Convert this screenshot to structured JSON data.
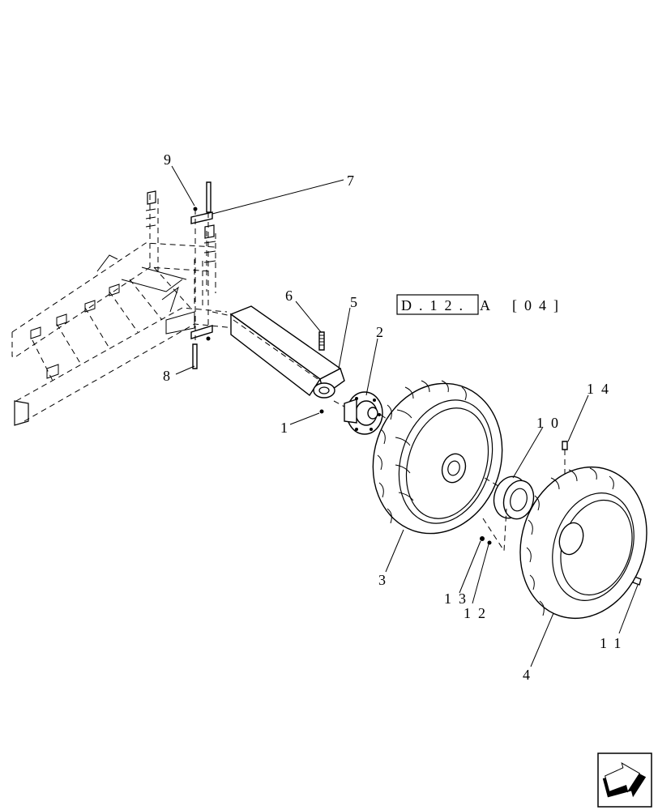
{
  "callouts": [
    "1",
    "2",
    "3",
    "4",
    "5",
    "6",
    "7",
    "8",
    "9",
    "10",
    "11",
    "12",
    "13",
    "14"
  ],
  "reference": {
    "boxed": "D.12.",
    "tail": "A",
    "bracket": "[04]"
  },
  "icons": {
    "nav": "next-page-arrow-icon"
  },
  "colors": {
    "ink": "#000000",
    "paper": "#ffffff"
  }
}
